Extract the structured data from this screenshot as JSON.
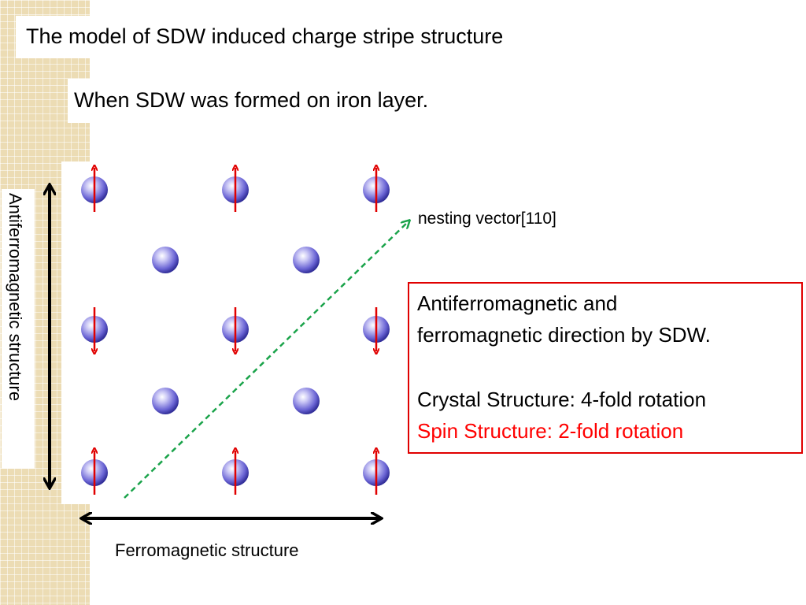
{
  "title": "The model of SDW induced charge stripe structure",
  "subtitle": "When SDW was formed on iron layer.",
  "labels": {
    "nesting_vector": "nesting vector[110]",
    "antiferromagnetic_structure": "Antiferromagnetic structure",
    "ferromagnetic_structure": "Ferromagnetic structure"
  },
  "info_box": {
    "line1": "Antiferromagnetic and",
    "line2": "ferromagnetic direction by SDW.",
    "line3": "Crystal Structure: 4-fold rotation",
    "line4": "Spin Structure: 2-fold rotation"
  },
  "lattice": {
    "rows": [
      {
        "spin": "up",
        "atoms": 3
      },
      {
        "spin": "none",
        "atoms": 2
      },
      {
        "spin": "down",
        "atoms": 3
      },
      {
        "spin": "none",
        "atoms": 2
      },
      {
        "spin": "up",
        "atoms": 3
      }
    ]
  },
  "colors": {
    "atom": "#6a64d4",
    "spin_arrow": "#e00000",
    "nesting_arrow": "#1aa34a",
    "info_border": "#e00000",
    "spin_text": "#ff0000",
    "background_band": "#ecdcb4"
  }
}
